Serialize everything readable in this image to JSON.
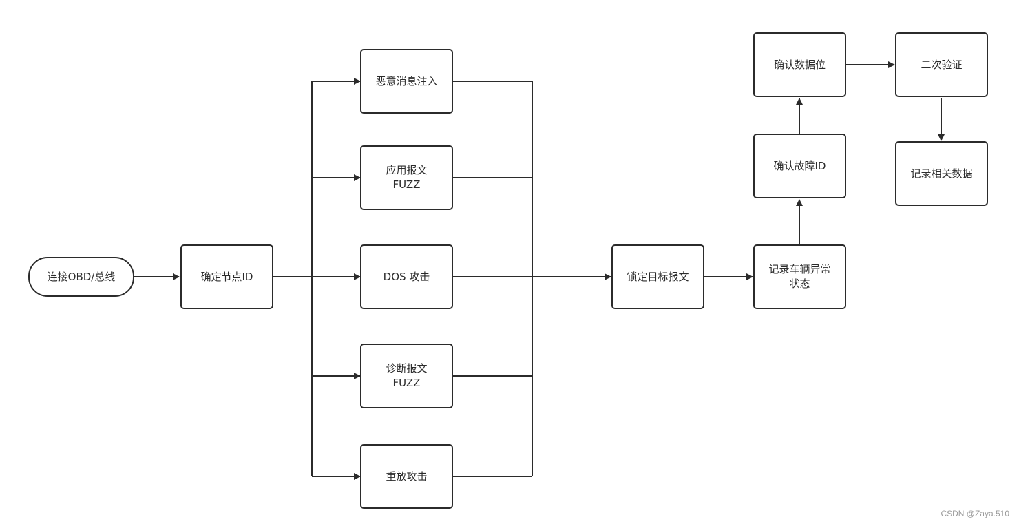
{
  "diagram": {
    "nodes": {
      "connect": "连接OBD/总线",
      "determine_id": "确定节点ID",
      "malicious_inject": "恶意消息注入",
      "app_fuzz": [
        "应用报文",
        "FUZZ"
      ],
      "dos_attack": "DOS 攻击",
      "diag_fuzz": [
        "诊断报文",
        "FUZZ"
      ],
      "replay_attack": "重放攻击",
      "lock_target": "锁定目标报文",
      "record_abnormal": [
        "记录车辆异常",
        "状态"
      ],
      "confirm_fault_id": "确认故障ID",
      "confirm_data_bit": "确认数据位",
      "second_verify": "二次验证",
      "record_data": "记录相关数据"
    }
  },
  "watermark": "CSDN @Zaya.510"
}
